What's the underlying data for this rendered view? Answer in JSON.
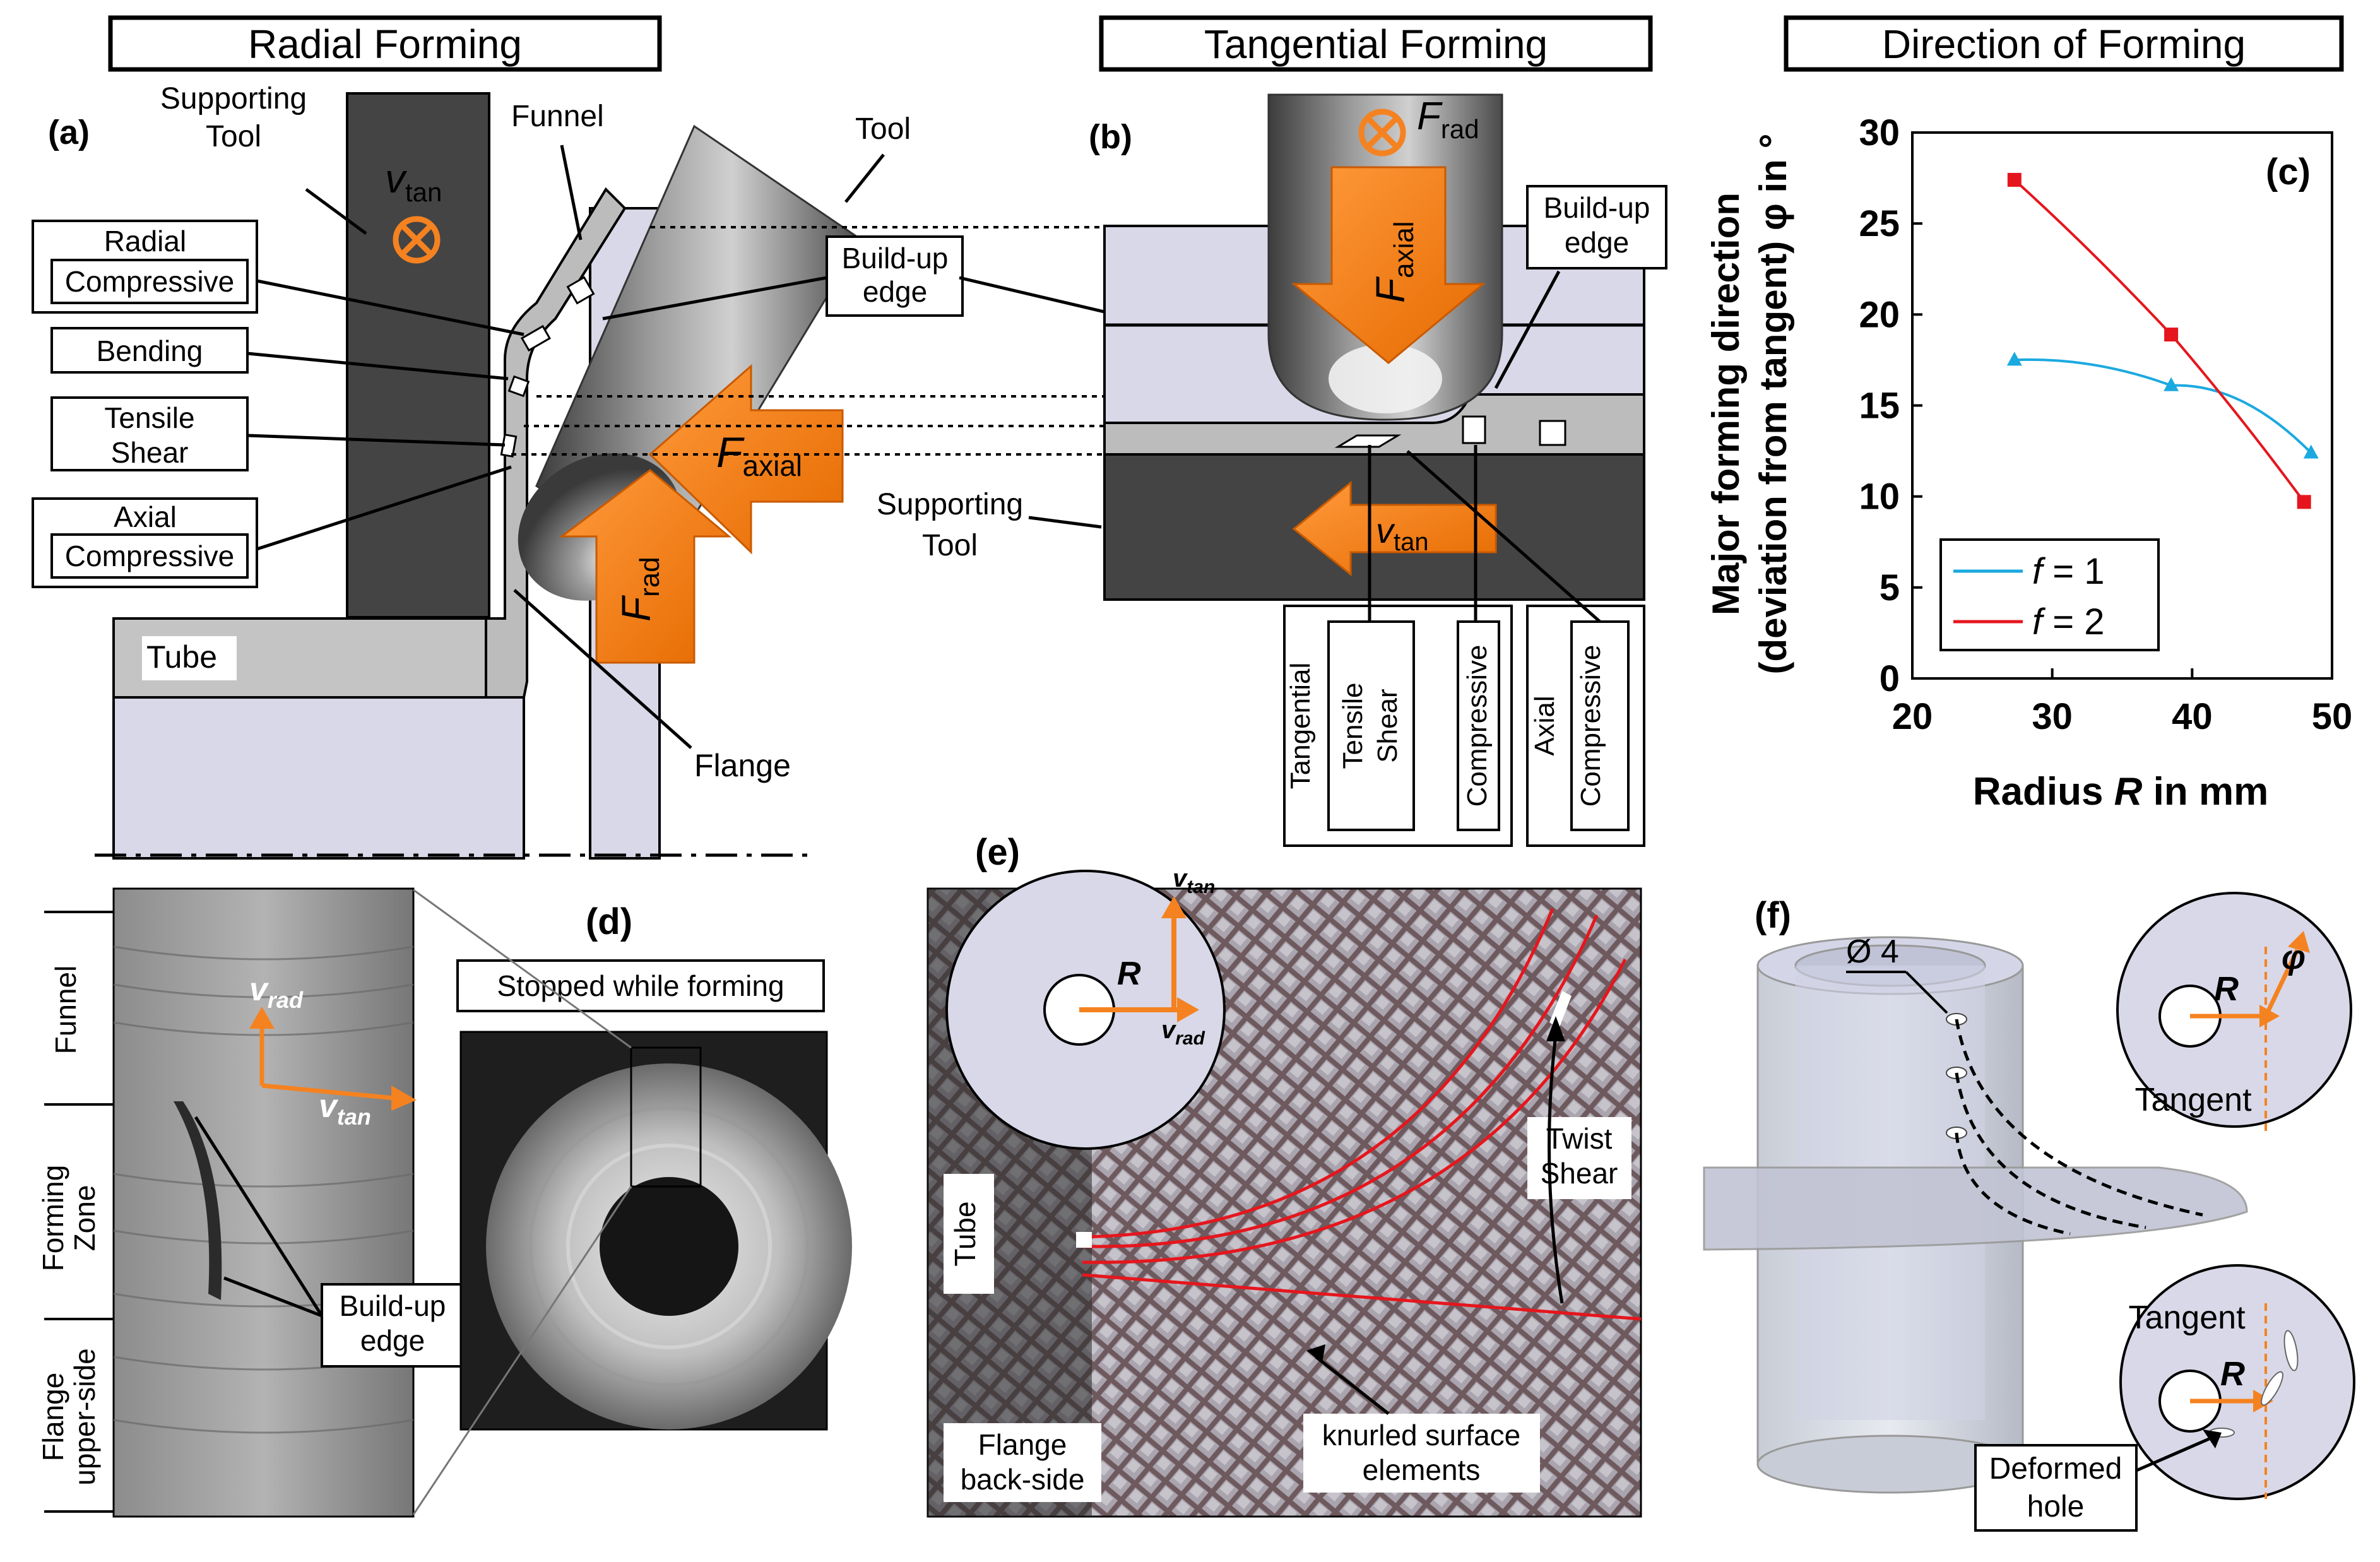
{
  "headers": {
    "radial": "Radial Forming",
    "tangential": "Tangential Forming",
    "direction": "Direction of Forming"
  },
  "panel_a": {
    "tag": "(a)",
    "supporting_tool_1": "Supporting",
    "supporting_tool_2": "Tool",
    "funnel": "Funnel",
    "tool": "Tool",
    "vtan_main": "v",
    "vtan_sub": "tan",
    "build_up_1": "Build-up",
    "build_up_2": "edge",
    "radial_1": "Radial",
    "radial_2": "Compressive",
    "bending": "Bending",
    "tensile_1": "Tensile",
    "tensile_2": "Shear",
    "axial_1": "Axial",
    "axial_2": "Compressive",
    "f_axial_main": "F",
    "f_axial_sub": "axial",
    "f_rad_main": "F",
    "f_rad_sub": "rad",
    "tube": "Tube",
    "flange": "Flange"
  },
  "panel_b": {
    "tag": "(b)",
    "f_rad_main": "F",
    "f_rad_sub": "rad",
    "f_axial_main": "F",
    "f_axial_sub": "axial",
    "build_up_1": "Build-up",
    "build_up_2": "edge",
    "supporting_tool_1": "Supporting",
    "supporting_tool_2": "Tool",
    "vtan_main": "v",
    "vtan_sub": "tan",
    "tangential": "Tangential",
    "tensile": "Tensile",
    "shear": "Shear",
    "compressive": "Compressive",
    "axial": "Axial",
    "axial_compressive": "Compressive"
  },
  "panel_c": {
    "tag": "(c)",
    "legend_prefix": "f",
    "legend_1": " = 1",
    "legend_2": " = 2"
  },
  "chart_data": {
    "type": "line",
    "title": "",
    "ylabel_line1": "Major forming direction",
    "ylabel_line2": "(deviation from tangent) φ in °",
    "xlabel_prefix": "Radius ",
    "xlabel_var": "R",
    "xlabel_suffix": " in mm",
    "xlim": [
      20,
      50
    ],
    "ylim": [
      0,
      30
    ],
    "xticks": [
      20,
      30,
      40,
      50
    ],
    "yticks": [
      0,
      5,
      10,
      15,
      20,
      25,
      30
    ],
    "grid": false,
    "legend_position": "bottom-left",
    "series": [
      {
        "name": "f = 1",
        "color": "#1ba9e0",
        "marker": "triangle",
        "x": [
          27.3,
          38.5,
          48.5
        ],
        "y": [
          17.5,
          16.1,
          12.4
        ]
      },
      {
        "name": "f = 2",
        "color": "#e5161d",
        "marker": "square",
        "x": [
          27.3,
          38.5,
          48.0
        ],
        "y": [
          27.4,
          18.9,
          9.7
        ]
      }
    ]
  },
  "panel_d": {
    "tag": "(d)",
    "funnel": "Funnel",
    "forming_1": "Forming",
    "forming_2": "Zone",
    "flange_1": "Flange",
    "flange_2": "upper-side",
    "vrad_main": "v",
    "vrad_sub": "rad",
    "vtan_main": "v",
    "vtan_sub": "tan",
    "build_up_1": "Build-up",
    "build_up_2": "edge",
    "stopped": "Stopped while forming"
  },
  "panel_e": {
    "tag": "(e)",
    "vtan_main": "v",
    "vtan_sub": "tan",
    "vrad_main": "v",
    "vrad_sub": "rad",
    "r": "R",
    "tube": "Tube",
    "twist_1": "Twist",
    "twist_2": "Shear",
    "flange_1": "Flange",
    "flange_2": "back-side",
    "knurled_1": "knurled surface",
    "knurled_2": "elements"
  },
  "panel_f": {
    "tag": "(f)",
    "diameter": "Ø 4",
    "r_top": "R",
    "phi": "φ",
    "tangent_top": "Tangent",
    "tangent_bottom": "Tangent",
    "r_bottom": "R",
    "deformed_1": "Deformed",
    "deformed_2": "hole"
  },
  "colors": {
    "orange": "#f58220",
    "dark_tool": "#444444",
    "lavender": "#d8d8e8",
    "sheet": "#b9b9b9",
    "f1": "#1ba9e0",
    "f2": "#e5161d"
  }
}
